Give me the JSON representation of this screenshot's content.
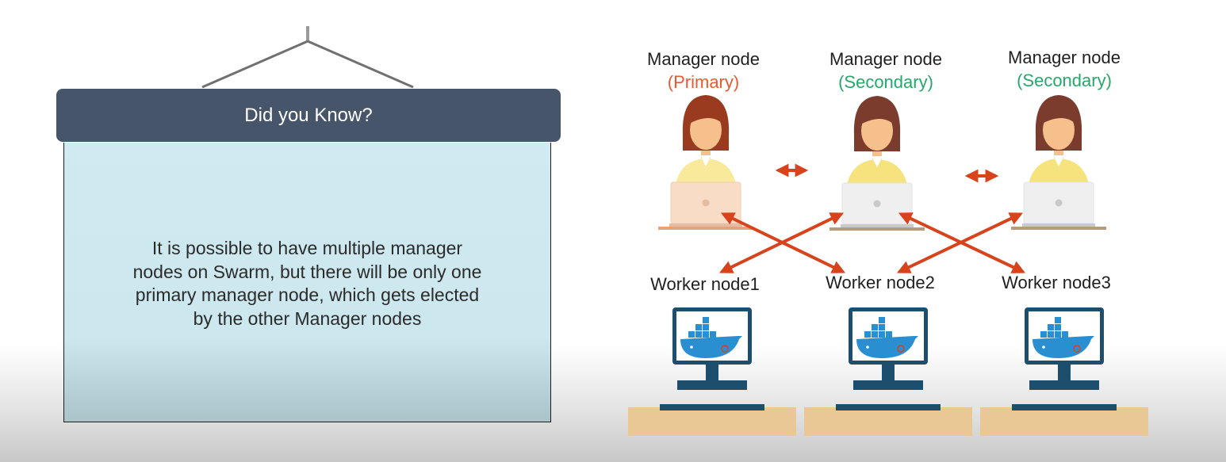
{
  "card": {
    "title": "Did you Know?",
    "lines": [
      "It is possible to have multiple manager",
      "nodes on Swarm, but there will be only one",
      "primary manager node, which gets elected",
      "by the other Manager nodes"
    ]
  },
  "diagram": {
    "managers": [
      {
        "label": "Manager node",
        "role": "(Primary)",
        "role_color": "#e85a32"
      },
      {
        "label": "Manager node",
        "role": "(Secondary)",
        "role_color": "#27a86a"
      },
      {
        "label": "Manager node",
        "role": "(Secondary)",
        "role_color": "#27a86a"
      }
    ],
    "workers": [
      {
        "label": "Worker node1"
      },
      {
        "label": "Worker node2"
      },
      {
        "label": "Worker node3"
      }
    ],
    "colors": {
      "arrow": "#d8431c",
      "header": "#47556b",
      "card_body": "#cfeaf0",
      "monitor": "#1d4e6e",
      "desk": "#e9c896",
      "whale": "#2a8fd0",
      "skin": "#f6c08d",
      "hair": "#7b3c2e",
      "shirt": "#f7e37d"
    }
  }
}
